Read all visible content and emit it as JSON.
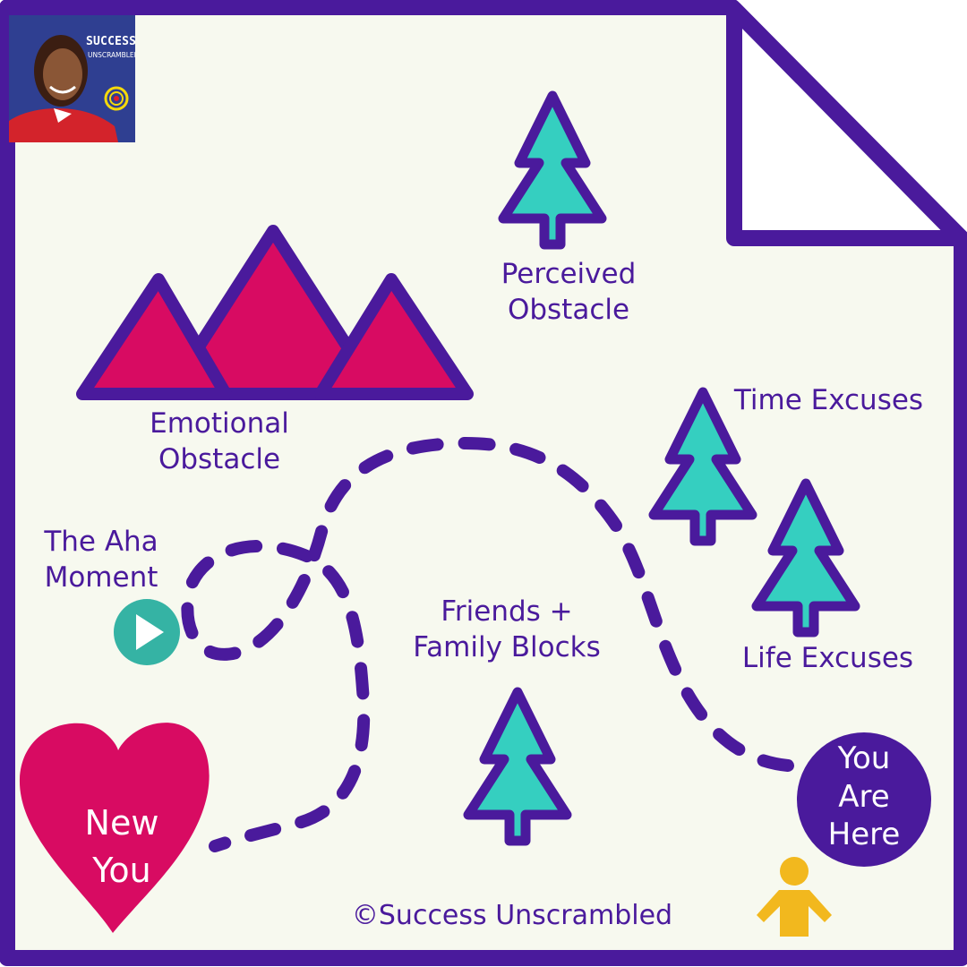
{
  "logo": {
    "line1": "SUCCESS",
    "line2": "UNSCRAMBLED"
  },
  "labels": {
    "perceived": [
      "Perceived",
      "Obstacle"
    ],
    "emotional": [
      "Emotional",
      "Obstacle"
    ],
    "time": "Time Excuses",
    "life": "Life Excuses",
    "aha": [
      "The Aha",
      "Moment"
    ],
    "friends": [
      "Friends +",
      "Family Blocks"
    ],
    "new_you": [
      "New",
      "You"
    ],
    "you_are_here": [
      "You",
      "Are",
      "Here"
    ],
    "copyright": "©Success Unscrambled"
  },
  "colors": {
    "border": "#4a1a9c",
    "paper": "#f7f9ef",
    "mountain": "#d80b62",
    "tree": "#35cfc0",
    "heart": "#d80b62",
    "play": "#35b3a4",
    "person": "#f2b81e",
    "text": "#4a1a9c"
  },
  "icons": [
    "mountain-icon",
    "tree-icon",
    "play-icon",
    "heart-icon",
    "person-icon",
    "folded-corner-icon"
  ]
}
